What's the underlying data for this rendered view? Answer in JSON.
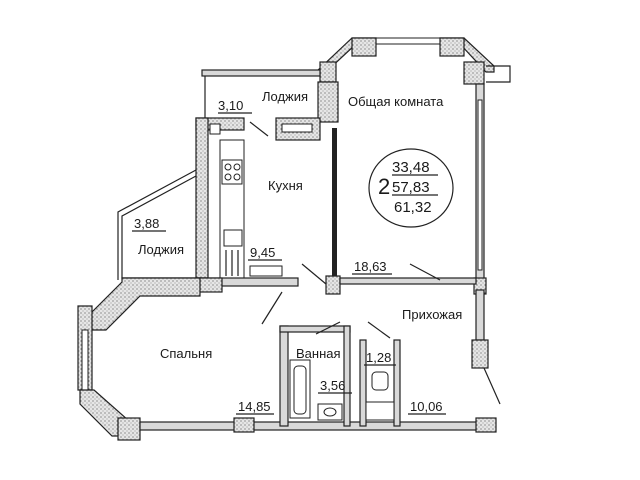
{
  "rooms": {
    "loggia_top": {
      "name": "Лоджия",
      "area": "3,10"
    },
    "loggia_left": {
      "name": "Лоджия",
      "area": "3,88"
    },
    "living": {
      "name": "Общая комната",
      "area": "18,63"
    },
    "kitchen": {
      "name": "Кухня",
      "area": "9,45"
    },
    "bedroom": {
      "name": "Спальня",
      "area": "14,85"
    },
    "bathroom": {
      "name": "Ванная",
      "area": "3,56"
    },
    "toilet": {
      "area": "1,28"
    },
    "hall": {
      "name": "Прихожая",
      "area": "10,06"
    }
  },
  "summary": {
    "rooms_count": "2",
    "living_area": "33,48",
    "total_area": "57,83",
    "total_with_loggia": "61,32"
  }
}
